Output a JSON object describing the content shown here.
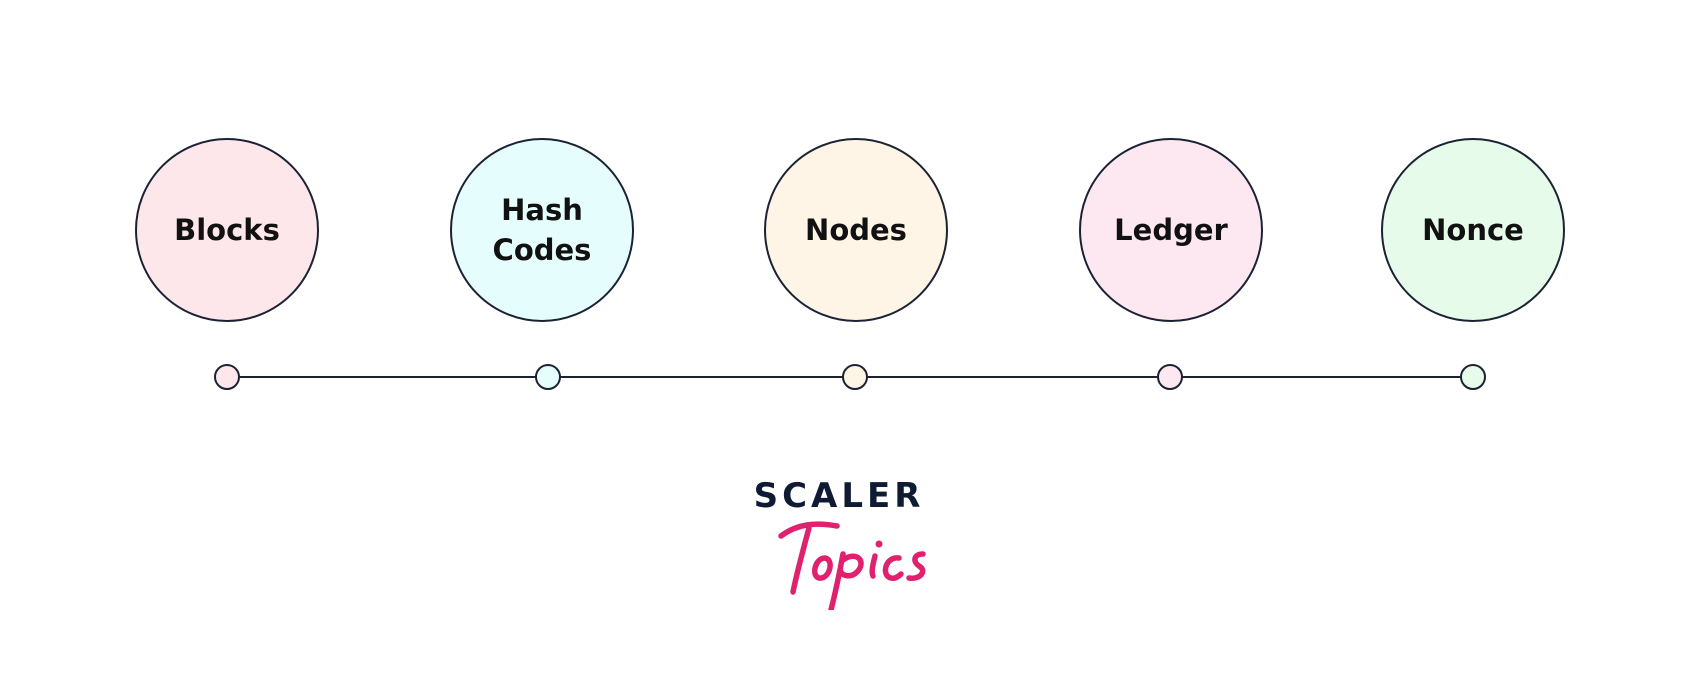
{
  "concepts": [
    {
      "label": "Blocks",
      "color": "#fde7ea"
    },
    {
      "label": "Hash\nCodes",
      "color": "#e6fdfd"
    },
    {
      "label": "Nodes",
      "color": "#fff5e6"
    },
    {
      "label": "Ledger",
      "color": "#fde8f2"
    },
    {
      "label": "Nonce",
      "color": "#e6fbea"
    }
  ],
  "logo": {
    "word": "SCALER",
    "script": "Topics",
    "word_color": "#0f1a33",
    "script_color": "#e0226e"
  },
  "colors": {
    "outline": "#1b2233"
  }
}
